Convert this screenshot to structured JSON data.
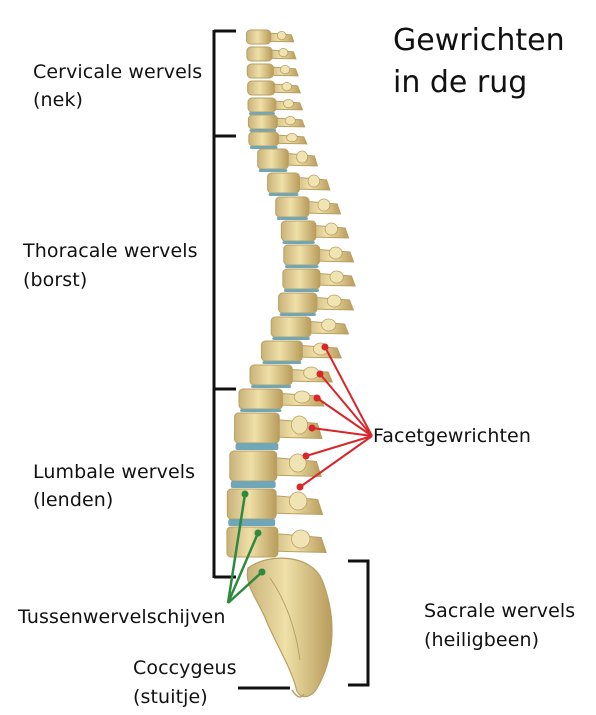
{
  "title": {
    "line1": "Gewrichten",
    "line2": "in de rug"
  },
  "regions": {
    "cervical": {
      "line1": "Cervicale wervels",
      "line2": "(nek)"
    },
    "thoracic": {
      "line1": "Thoracale wervels",
      "line2": "(borst)"
    },
    "lumbar": {
      "line1": "Lumbale wervels",
      "line2": "(lenden)"
    },
    "sacral": {
      "line1": "Sacrale wervels",
      "line2": "(heiligbeen)"
    },
    "coccyx": {
      "line1": "Coccygeus",
      "line2": "(stuitje)"
    }
  },
  "callouts": {
    "facet": "Facetgewrichten",
    "discs": "Tussenwervelschijven"
  },
  "colors": {
    "bone": "#e6d49a",
    "bone_shadow": "#b9a062",
    "disc": "#6fa6b8",
    "facet_line": "#d8262b",
    "disc_line": "#2e8a3e",
    "bracket": "#111111"
  }
}
